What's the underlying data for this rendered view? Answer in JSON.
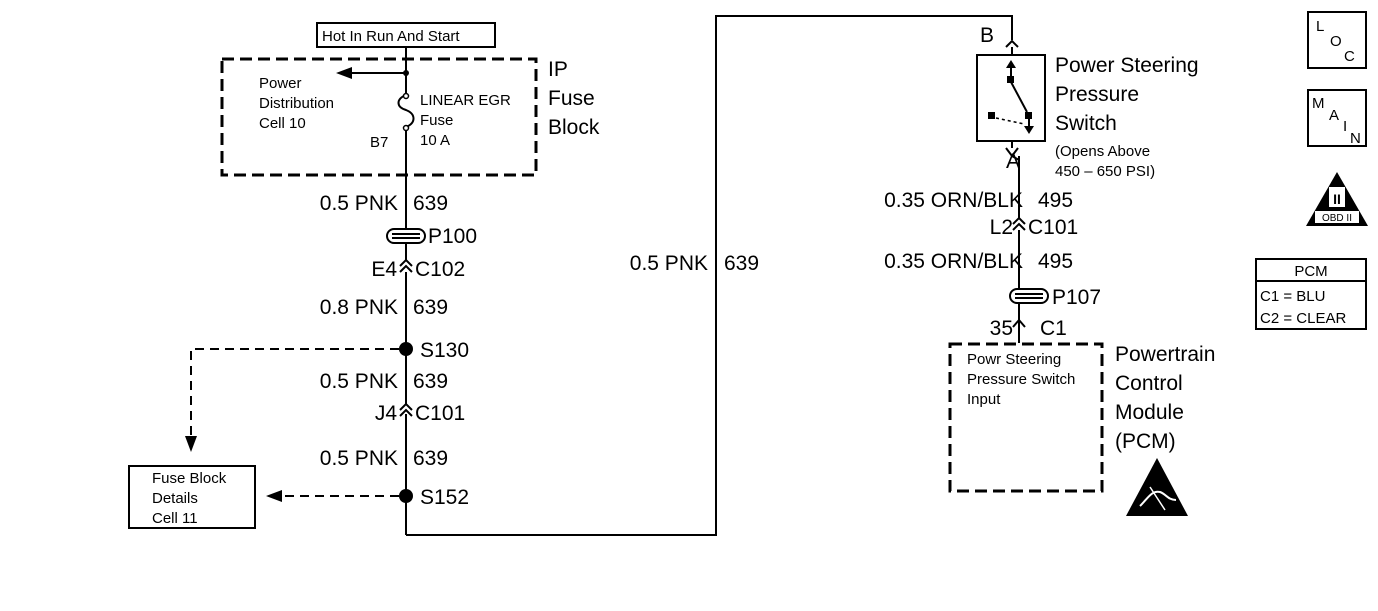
{
  "labels": {
    "hot_in_run": "Hot In Run And Start",
    "ip_fuse_block": [
      "IP",
      "Fuse",
      "Block"
    ],
    "power_dist": [
      "Power",
      "Distribution",
      "Cell 10"
    ],
    "fuse_name": [
      "LINEAR EGR",
      "Fuse",
      "10 A"
    ],
    "fuse_pin": "B7",
    "psps_title": [
      "Power Steering",
      "Pressure",
      "Switch"
    ],
    "psps_note": [
      "(Opens Above",
      "450 – 650 PSI)"
    ],
    "terminal_b": "B",
    "terminal_a": "A",
    "pcm_input": [
      "Powr Steering",
      "Pressure Switch",
      "Input"
    ],
    "pcm_title": [
      "Powertrain",
      "Control",
      "Module",
      "(PCM)"
    ],
    "fuse_block_details": [
      "Fuse Block",
      "Details",
      "Cell 11"
    ]
  },
  "wires": {
    "w1": [
      "0.5 PNK",
      "639"
    ],
    "w2": [
      "0.8 PNK",
      "639"
    ],
    "w3": [
      "0.5 PNK",
      "639"
    ],
    "w4": [
      "0.5 PNK",
      "639"
    ],
    "w5": [
      "0.5 PNK",
      "639"
    ],
    "w6": [
      "0.35 ORN/BLK",
      "495"
    ],
    "w7": [
      "0.35 ORN/BLK",
      "495"
    ]
  },
  "connectors": {
    "p100": "P100",
    "c102": [
      "E4",
      "C102"
    ],
    "s130": "S130",
    "c101_left": [
      "J4",
      "C101"
    ],
    "s152": "S152",
    "c101_right": [
      "L2",
      "C101"
    ],
    "p107": "P107",
    "c1": [
      "35",
      "C1"
    ]
  },
  "legend": {
    "loc": [
      "L",
      "O",
      "C"
    ],
    "main": [
      "M",
      "A",
      "I",
      "N"
    ],
    "obd": [
      "II",
      "OBD II"
    ],
    "pcm_header": "PCM",
    "pcm_rows": [
      "C1 = BLU",
      "C2 = CLEAR"
    ]
  }
}
